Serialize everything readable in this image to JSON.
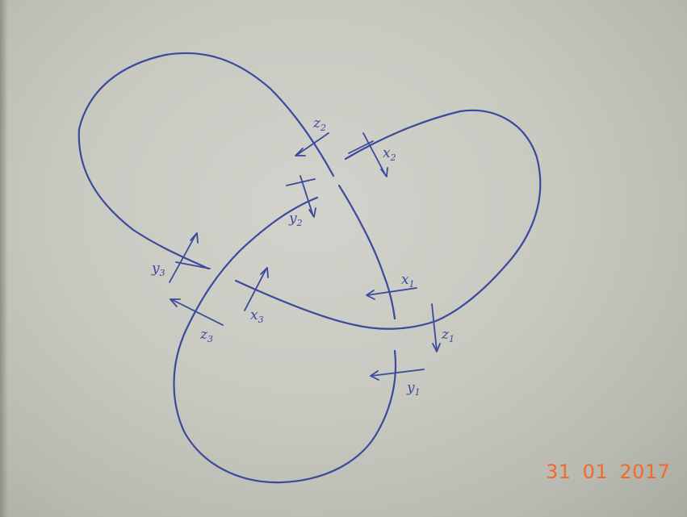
{
  "annotations": {
    "x1": {
      "base": "x",
      "sub": "1"
    },
    "x2": {
      "base": "x",
      "sub": "2"
    },
    "x3": {
      "base": "x",
      "sub": "3"
    },
    "y1": {
      "base": "y",
      "sub": "1"
    },
    "y2": {
      "base": "y",
      "sub": "2"
    },
    "y3": {
      "base": "y",
      "sub": "3"
    },
    "z1": {
      "base": "z",
      "sub": "1"
    },
    "z2": {
      "base": "z",
      "sub": "2"
    },
    "z3": {
      "base": "z",
      "sub": "3"
    }
  },
  "date_stamp": "31 01 2017",
  "colors": {
    "ink": "#3b4a9c",
    "paper": "#c8c9c1",
    "date_stamp": "#f26a2a"
  }
}
